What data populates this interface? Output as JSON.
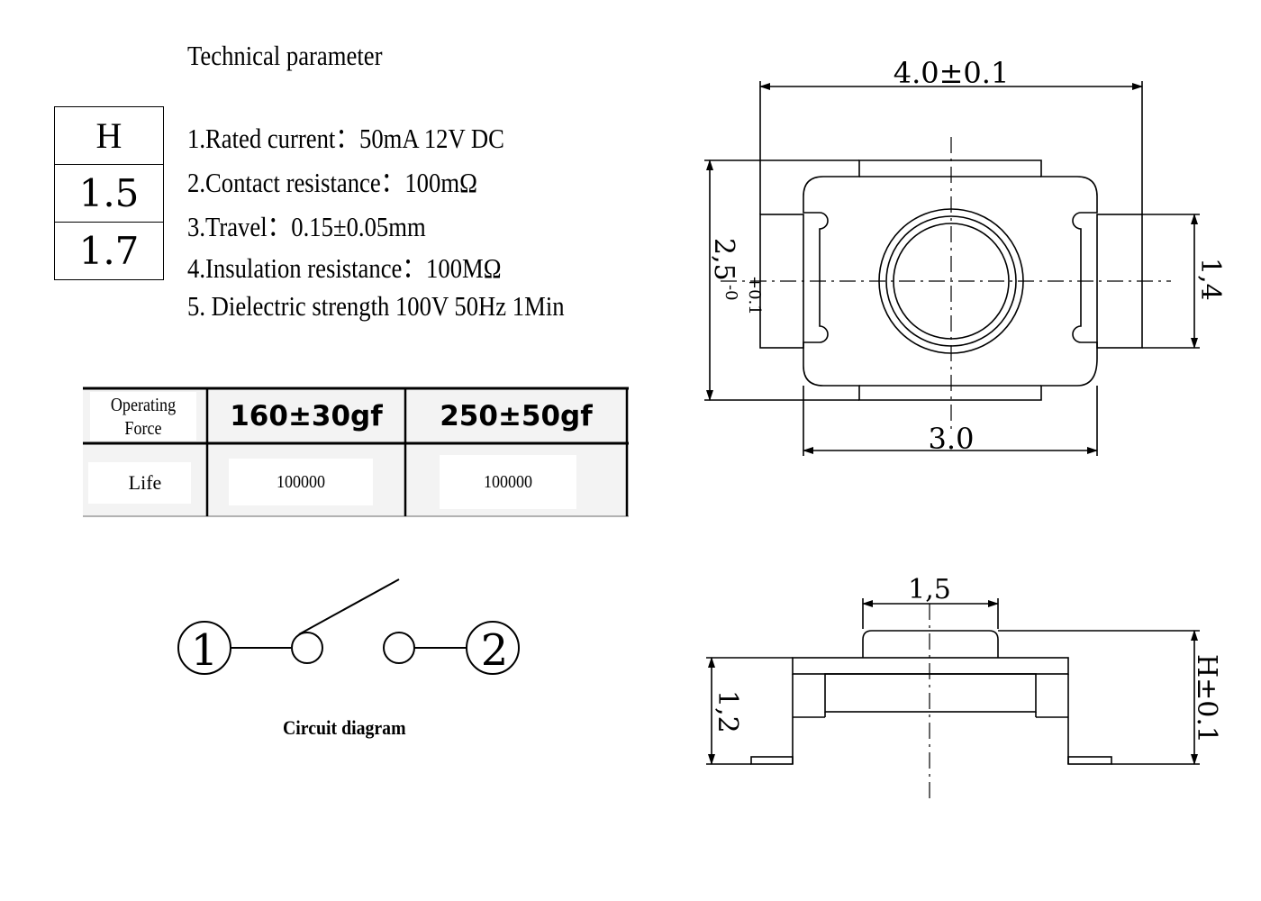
{
  "title": "Technical parameter",
  "parameters": [
    "1.Rated current：50mA 12V DC",
    "2.Contact resistance：100mΩ",
    "3.Travel：0.15±0.05mm",
    "4.Insulation resistance：100MΩ",
    "5. Dielectric strength 100V 50Hz 1Min"
  ],
  "height_table": {
    "header": "H",
    "values": [
      "1.5",
      "1.7"
    ]
  },
  "force_table": {
    "row1_label": "Operating Force",
    "row2_label": "Life",
    "columns": [
      {
        "force": "160±30gf",
        "life": "100000"
      },
      {
        "force": "250±50gf",
        "life": "100000"
      }
    ]
  },
  "circuit": {
    "terminal_1": "1",
    "terminal_2": "2",
    "caption": "Circuit diagram"
  },
  "top_view": {
    "width_label": "4.0±0.1",
    "bottom_label": "3.0",
    "left_label_main": "2,5",
    "left_label_tol_top": "+0.1",
    "left_label_tol_bottom": "-0",
    "right_label": "1,4"
  },
  "side_view": {
    "top_label": "1,5",
    "left_label": "1,2",
    "right_label": "H±0.1"
  }
}
